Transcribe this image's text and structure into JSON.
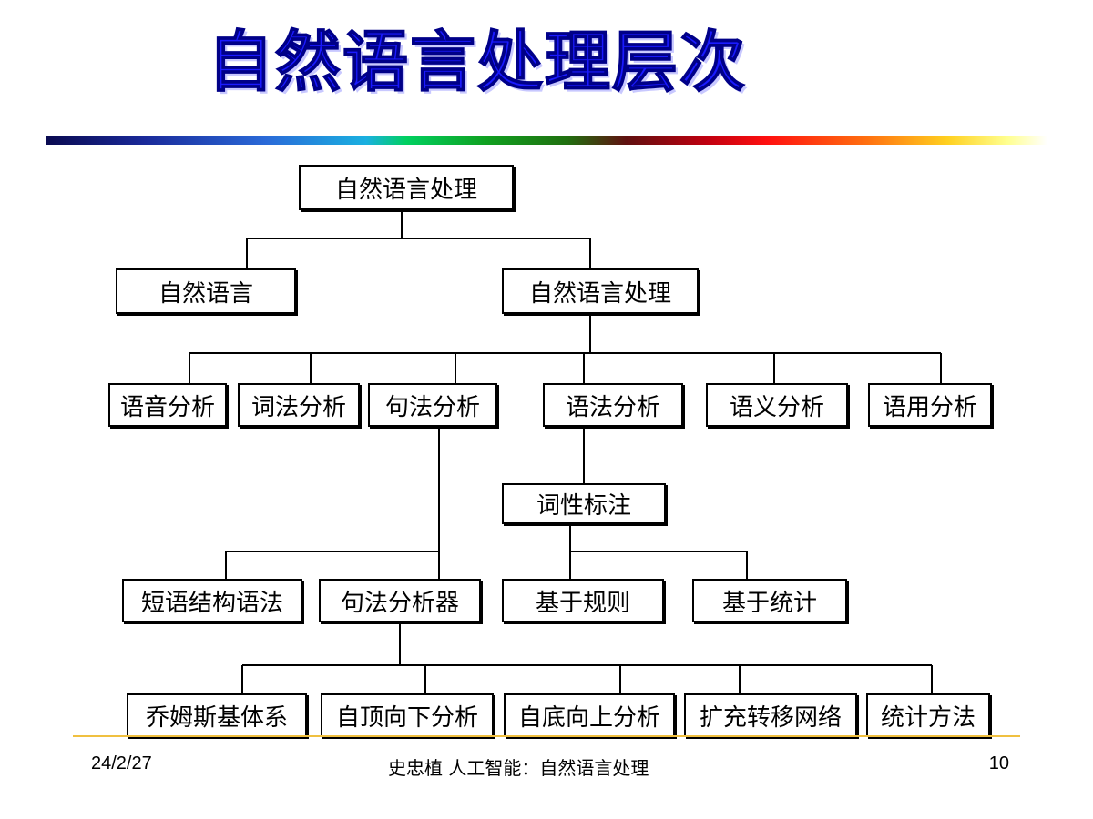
{
  "slide": {
    "title": "自然语言处理层次"
  },
  "tree": {
    "root": "自然语言处理",
    "level1": [
      "自然语言",
      "自然语言处理"
    ],
    "level2": [
      "语音分析",
      "词法分析",
      "句法分析",
      "语法分析",
      "语义分析",
      "语用分析"
    ],
    "pos_tagging": "词性标注",
    "pos_methods": [
      "基于规则",
      "基于统计"
    ],
    "syntax_children": [
      "短语结构语法",
      "句法分析器"
    ],
    "parser_methods": [
      "乔姆斯基体系",
      "自顶向下分析",
      "自底向上分析",
      "扩充转移网络",
      "统计方法"
    ]
  },
  "footer": {
    "date": "24/2/27",
    "center": "史忠植  人工智能：自然语言处理",
    "page": "10"
  }
}
